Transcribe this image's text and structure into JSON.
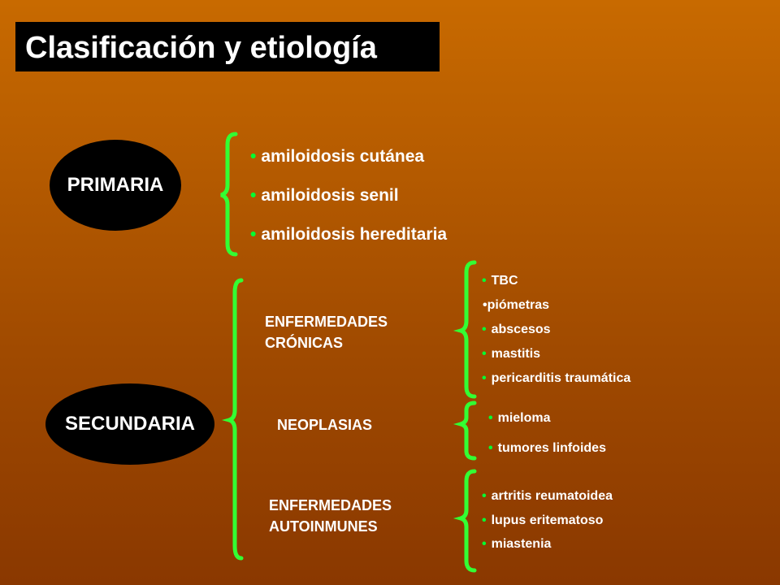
{
  "title": "Clasificación y etiología",
  "colors": {
    "background_top": "#c86a00",
    "background_bottom": "#8a3800",
    "ellipse": "#000000",
    "brace": "#33ff33",
    "bullet": "#00ff33",
    "text": "#ffffff"
  },
  "primaria": {
    "label": "PRIMARIA",
    "items": [
      "amiloidosis cutánea",
      "amiloidosis senil",
      "amiloidosis hereditaria"
    ]
  },
  "secundaria": {
    "label": "SECUNDARIA",
    "groups": [
      {
        "label_lines": [
          "ENFERMEDADES",
          "CRÓNICAS"
        ],
        "items": [
          "TBC",
          "•piómetras",
          "abscesos",
          "mastitis",
          "pericarditis traumática"
        ]
      },
      {
        "label_lines": [
          "NEOPLASIAS"
        ],
        "items": [
          "mieloma",
          "tumores linfoides"
        ]
      },
      {
        "label_lines": [
          "ENFERMEDADES",
          "AUTOINMUNES"
        ],
        "items": [
          "artritis reumatoidea",
          "lupus eritematoso",
          "miastenia"
        ]
      }
    ]
  }
}
